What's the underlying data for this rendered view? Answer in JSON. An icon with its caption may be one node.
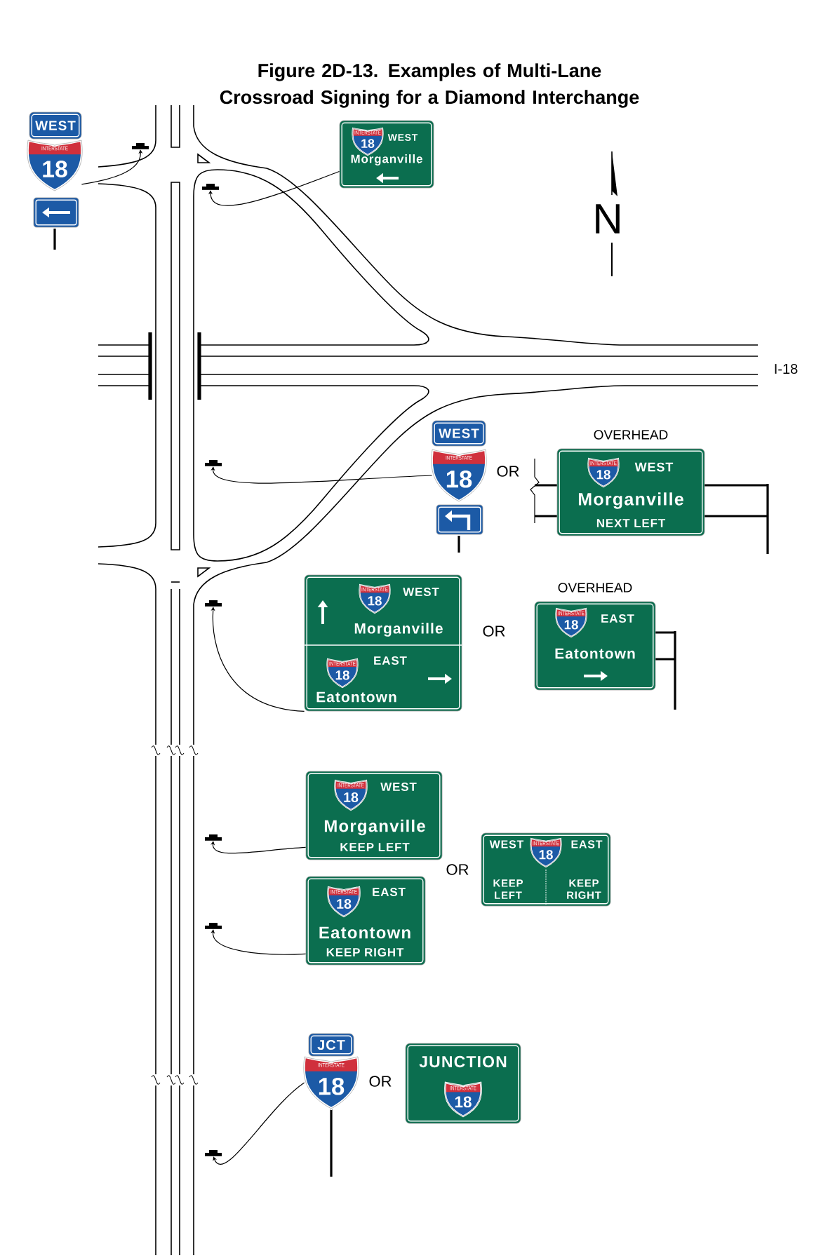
{
  "diagram": {
    "title": "Figure 2D-13.  Examples of Multi-Lane Crossroad Signing for a Diamond Interchange",
    "nodes": [
      {
        "text": [
          "WEST"
        ]
      },
      {
        "text": [
          "INTERSTATE",
          "18"
        ]
      },
      {
        "text": [],
        "shape": "post"
      },
      {
        "text": [
          "WEST",
          "Morganville"
        ]
      },
      {
        "text": [
          "INTERSTATE",
          "18"
        ],
        "in": 3
      },
      {
        "text": [],
        "shape": "post"
      },
      {
        "text": [
          "WEST"
        ]
      },
      {
        "text": [
          "INTERSTATE",
          "18"
        ]
      },
      {
        "text": [],
        "shape": "post"
      },
      {
        "text": [
          "OVERHEAD",
          "WEST",
          "Morganville",
          "NEXT LEFT"
        ]
      },
      {
        "text": [
          "INTERSTATE",
          "18"
        ],
        "in": 9
      },
      {
        "text": [
          "WEST",
          "Morganville",
          "EAST",
          "Eatontown"
        ]
      },
      {
        "text": [
          "INTERSTATE",
          "18"
        ],
        "in": 11
      },
      {
        "text": [
          "INTERSTATE",
          "18"
        ],
        "in": 11
      },
      {
        "text": [],
        "shape": "post"
      },
      {
        "text": [
          "OVERHEAD",
          "EAST",
          "Eatontown"
        ]
      },
      {
        "text": [
          "INTERSTATE",
          "18"
        ],
        "in": 15
      },
      {
        "text": [
          "WEST",
          "Morganville",
          "KEEP LEFT"
        ]
      },
      {
        "text": [
          "INTERSTATE",
          "18"
        ],
        "in": 17
      },
      {
        "text": [],
        "shape": "post"
      },
      {
        "text": [
          "EAST",
          "Eatontown",
          "KEEP RIGHT"
        ]
      },
      {
        "text": [
          "INTERSTATE",
          "18"
        ],
        "in": 20
      },
      {
        "text": [],
        "shape": "post"
      },
      {
        "text": [
          "WEST",
          "EAST",
          "KEEP LEFT",
          "KEEP RIGHT"
        ]
      },
      {
        "text": [
          "INTERSTATE",
          "18"
        ],
        "in": 23
      },
      {
        "text": [
          "JCT"
        ]
      },
      {
        "text": [
          "INTERSTATE",
          "18"
        ]
      },
      {
        "text": [],
        "shape": "post"
      },
      {
        "text": [
          "JUNCTION"
        ]
      },
      {
        "text": [
          "INTERSTATE",
          "18"
        ],
        "in": 28
      },
      {
        "text": [],
        "shape": "box"
      },
      {
        "text": [],
        "shape": "box"
      }
    ],
    "edges": [
      {
        "from": 1,
        "to": 2,
        "arrow": "to"
      },
      {
        "from": 3,
        "to": 5,
        "arrow": "to"
      },
      {
        "from": 7,
        "to": 8,
        "arrow": "to"
      },
      {
        "from": 11,
        "to": 14,
        "arrow": "to"
      },
      {
        "from": 17,
        "to": 19,
        "arrow": "to"
      },
      {
        "from": 20,
        "to": 22,
        "arrow": "to"
      },
      {
        "from": 26,
        "to": 27,
        "arrow": "to"
      }
    ],
    "labels": [
      "N",
      "I-18",
      "OR",
      "OR",
      "OR",
      "OR"
    ]
  }
}
